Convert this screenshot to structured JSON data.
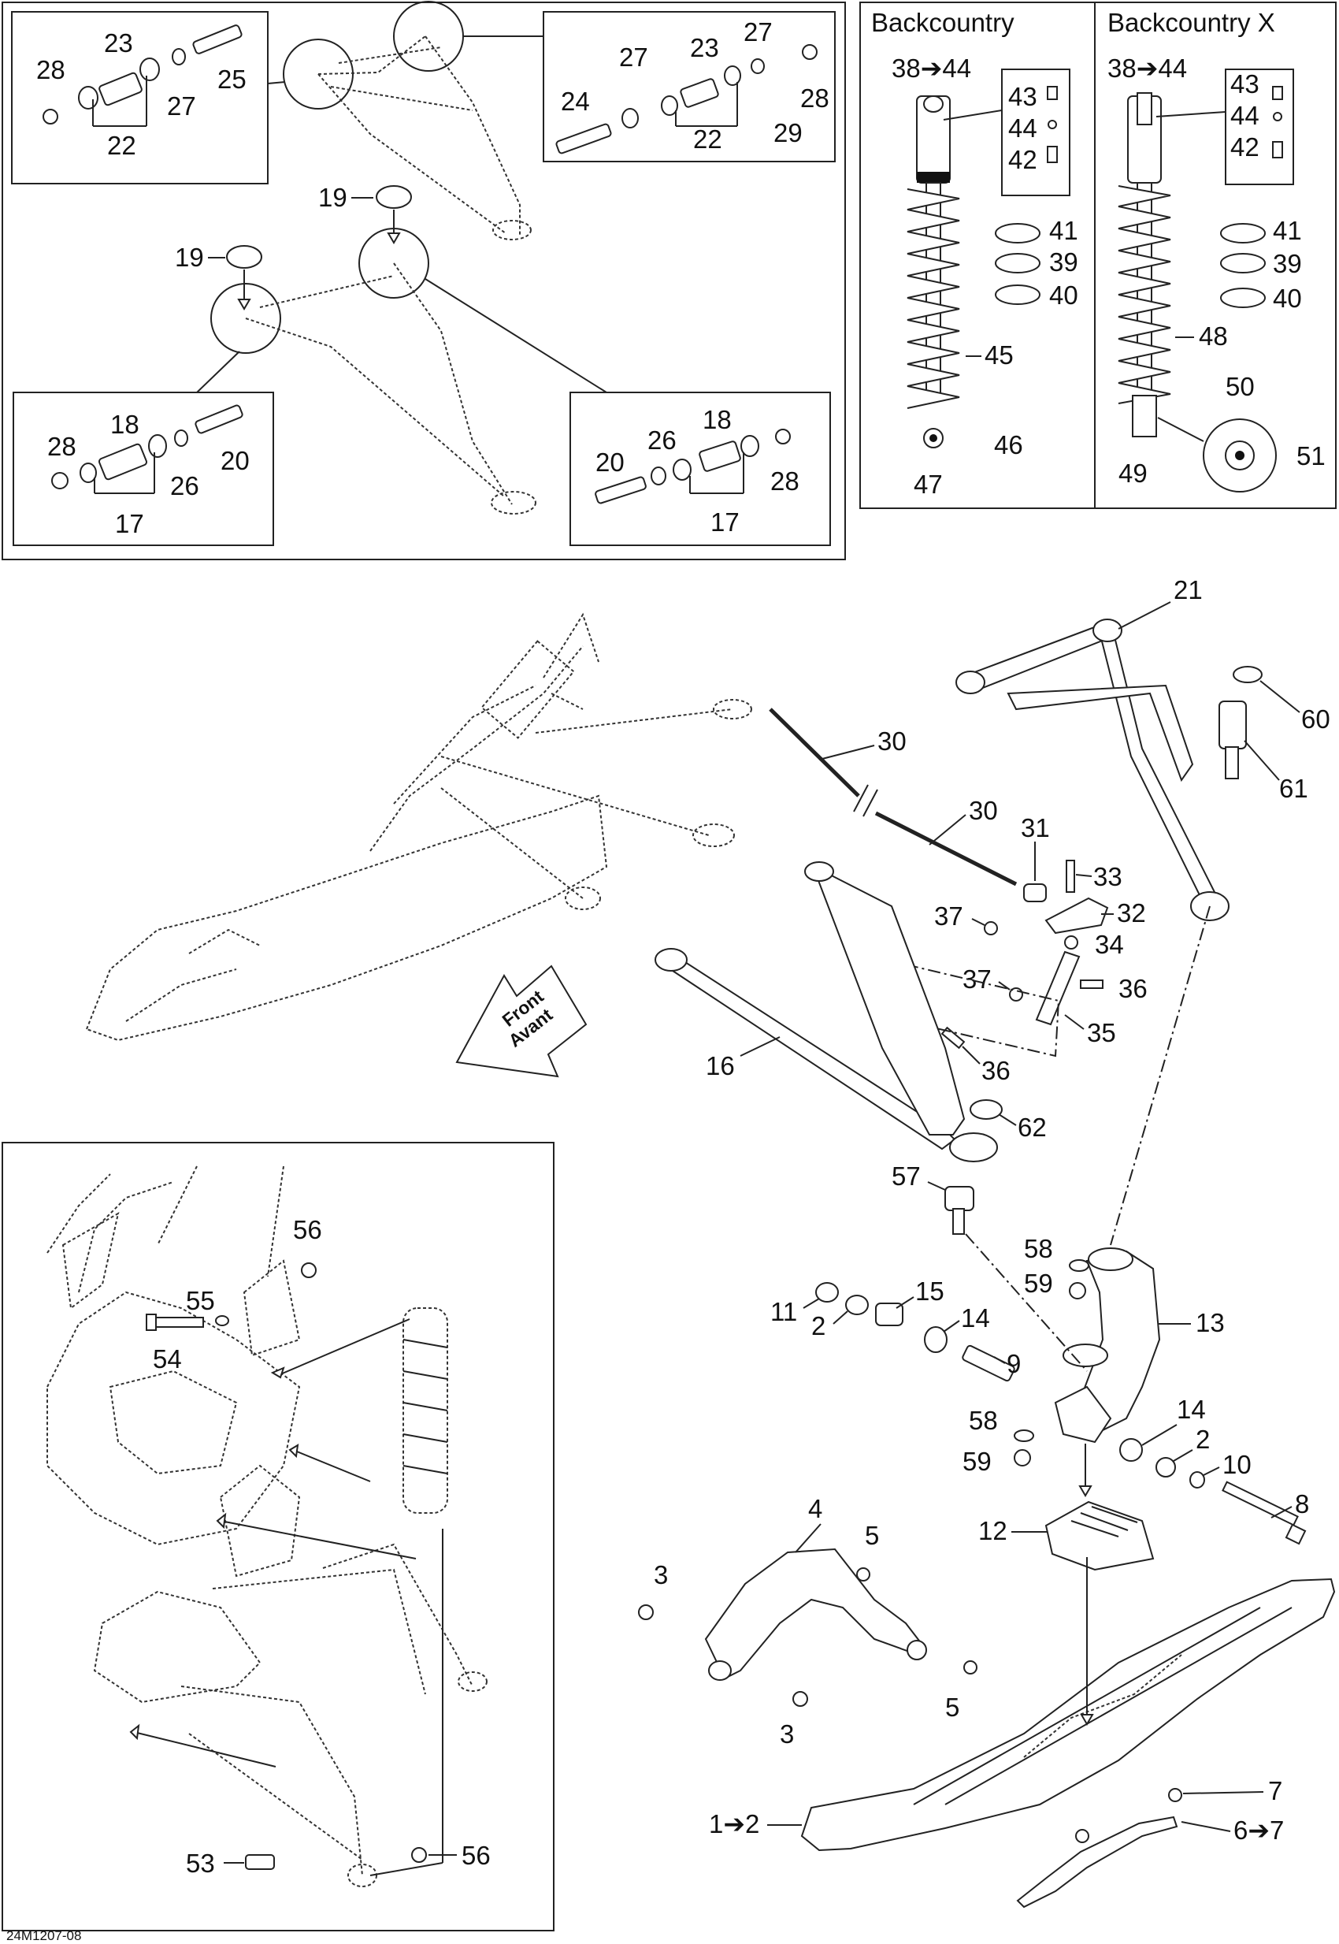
{
  "diagram_id": "24M1207-08",
  "shock_headings": {
    "left": "Backcountry",
    "right": "Backcountry X"
  },
  "front_arrow": {
    "line1": "Front",
    "line2": "Avant"
  },
  "callouts": {
    "tl": {
      "c28": "28",
      "c23": "23",
      "c25": "25",
      "c27": "27",
      "c22": "22"
    },
    "tr": {
      "c27a": "27",
      "c23": "23",
      "c27b": "27",
      "c24": "24",
      "c28": "28",
      "c22": "22",
      "c29": "29"
    },
    "mid": {
      "c19a": "19",
      "c19b": "19"
    },
    "bl": {
      "c28": "28",
      "c18": "18",
      "c20": "20",
      "c26": "26",
      "c17": "17"
    },
    "br": {
      "c26": "26",
      "c18": "18",
      "c20": "20",
      "c28": "28",
      "c17": "17"
    },
    "shock1": {
      "c38": "38➔44",
      "c43": "43",
      "c44": "44",
      "c42": "42",
      "c41": "41",
      "c39": "39",
      "c40": "40",
      "c45": "45",
      "c46": "46",
      "c47": "47"
    },
    "shock2": {
      "c38": "38➔44",
      "c43": "43",
      "c44": "44",
      "c42": "42",
      "c41": "41",
      "c39": "39",
      "c40": "40",
      "c48": "48",
      "c50": "50",
      "c51": "51",
      "c49": "49"
    },
    "main": {
      "c21": "21",
      "c60": "60",
      "c61": "61",
      "c30a": "30",
      "c30b": "30",
      "c31": "31",
      "c33": "33",
      "c32": "32",
      "c37a": "37",
      "c34": "34",
      "c37b": "37",
      "c36a": "36",
      "c35": "35",
      "c36b": "36",
      "c16": "16",
      "c62": "62",
      "c57": "57",
      "c58a": "58",
      "c59a": "59",
      "c11": "11",
      "c15": "15",
      "c2a": "2",
      "c14a": "14",
      "c13": "13",
      "c9": "9",
      "c58b": "58",
      "c14b": "14",
      "c2b": "2",
      "c59b": "59",
      "c10": "10",
      "c8": "8",
      "c12": "12",
      "c4": "4",
      "c5a": "5",
      "c3a": "3",
      "c5b": "5",
      "c3b": "3",
      "c7": "7",
      "c1": "1➔2",
      "c6": "6➔7"
    },
    "lower": {
      "c56a": "56",
      "c55": "55",
      "c54": "54",
      "c53": "53",
      "c56b": "56"
    }
  }
}
